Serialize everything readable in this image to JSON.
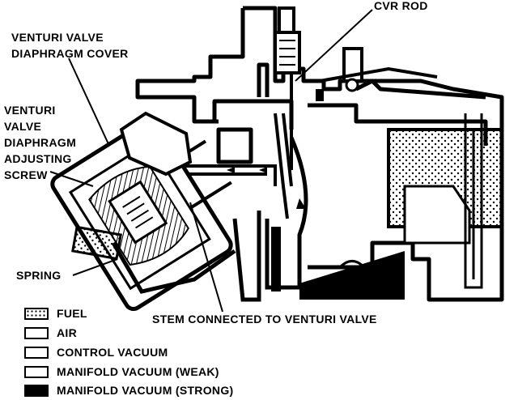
{
  "callouts": {
    "cvr_rod": "CVR ROD",
    "diaphragm_cover": [
      "VENTURI VALVE",
      "DIAPHRAGM COVER"
    ],
    "adjusting_screw": [
      "VENTURI",
      "VALVE",
      "DIAPHRAGM",
      "ADJUSTING",
      "SCREW"
    ],
    "spring": "SPRING",
    "stem": "STEM CONNECTED TO VENTURI VALVE"
  },
  "legend": [
    {
      "label": "FUEL",
      "pattern": "dots"
    },
    {
      "label": "AIR",
      "pattern": "plain"
    },
    {
      "label": "CONTROL VACUUM",
      "pattern": "plain"
    },
    {
      "label": "MANIFOLD VACUUM (WEAK)",
      "pattern": "plain"
    },
    {
      "label": "MANIFOLD VACUUM (STRONG)",
      "pattern": "solid"
    }
  ],
  "colors": {
    "ink": "#000000",
    "paper": "#ffffff"
  }
}
